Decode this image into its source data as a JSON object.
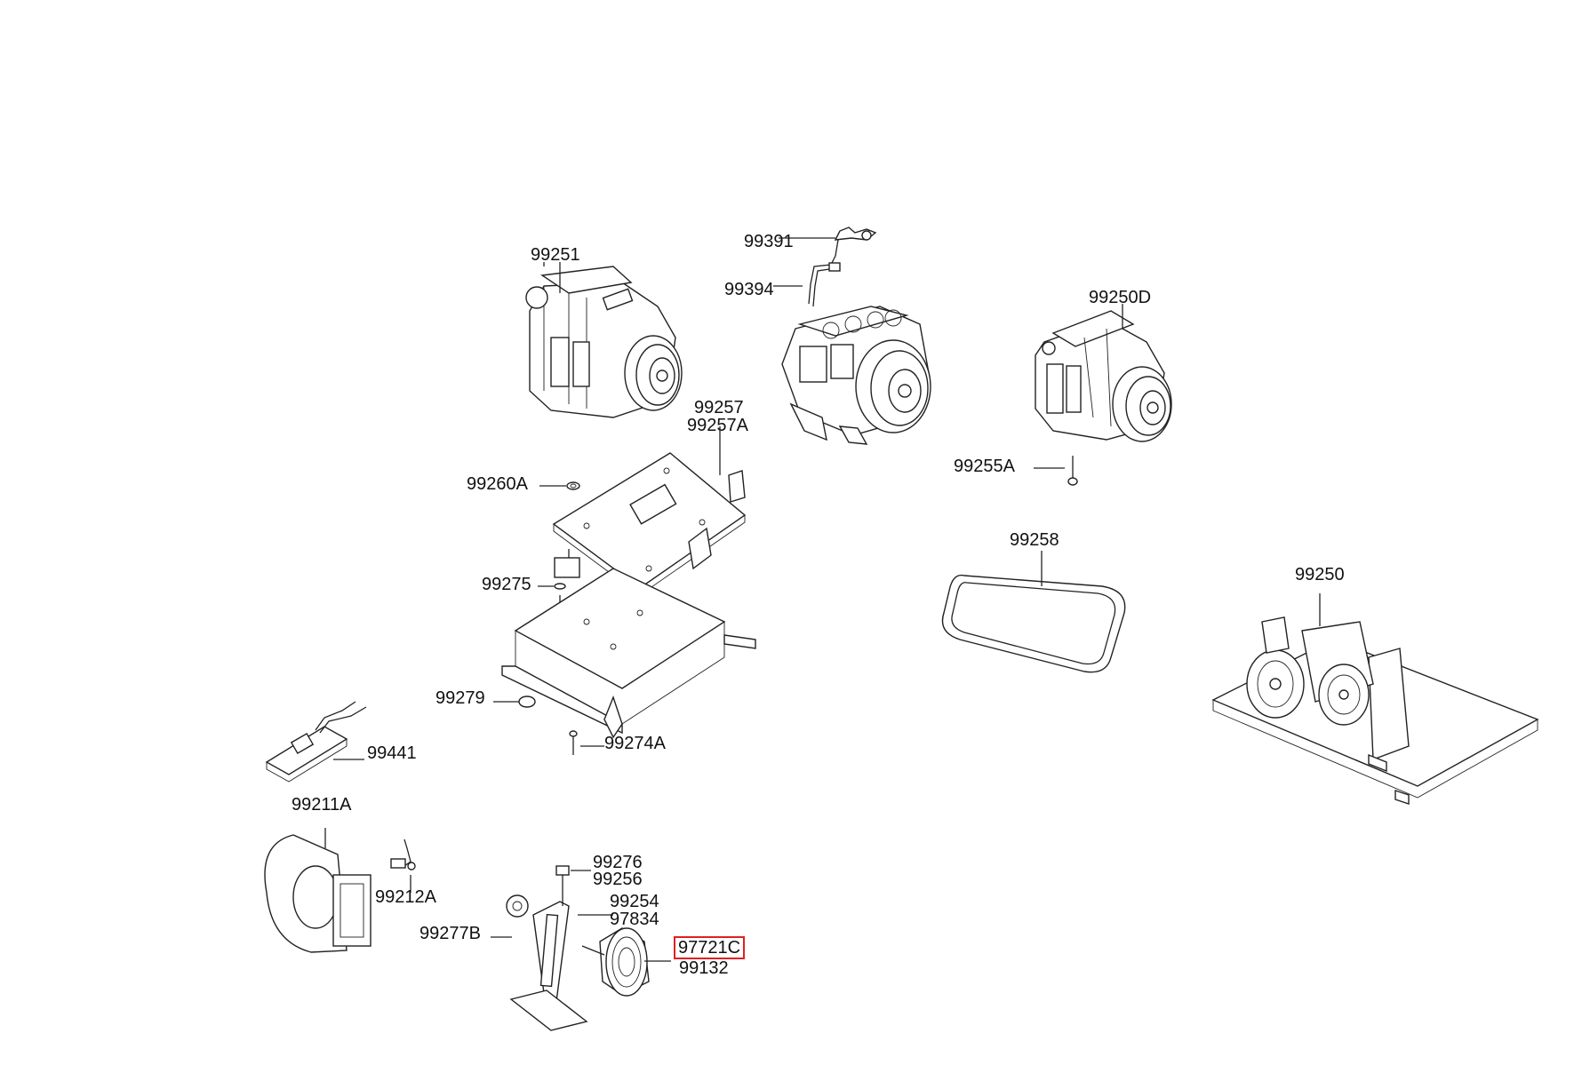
{
  "labels": {
    "p99251": "99251",
    "p99391": "99391",
    "p99394": "99394",
    "p99250D": "99250D",
    "p99257": "99257",
    "p99257A": "99257A",
    "p99260A": "99260A",
    "p99255A": "99255A",
    "p99258": "99258",
    "p99275": "99275",
    "p99250": "99250",
    "p99279": "99279",
    "p99274A": "99274A",
    "p99441": "99441",
    "p99211A": "99211A",
    "p99212A": "99212A",
    "p99276": "99276",
    "p99256": "99256",
    "p99254": "99254",
    "p97834": "97834",
    "p99277B": "99277B",
    "p97721C": "97721C",
    "p99132": "99132"
  },
  "highlight": {
    "part": "97721C",
    "color": "#e02020"
  }
}
